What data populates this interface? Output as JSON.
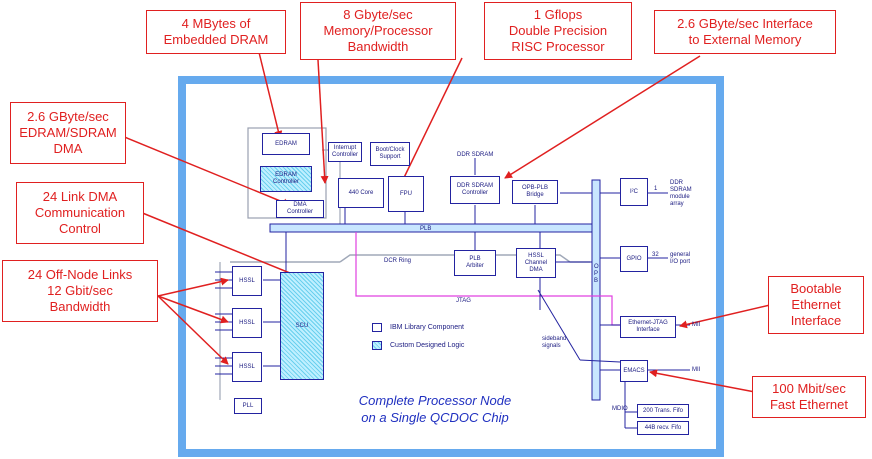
{
  "colors": {
    "frame": "#66aaee",
    "block_border": "#2323a0",
    "callout": "#e02020",
    "bus_fill": "#c8e6ff",
    "jtag_line": "#e040e0",
    "custom_logic": "#6ad0ee"
  },
  "callouts": {
    "edram": "4 MBytes of\nEmbedded DRAM",
    "bandwidth": "8 Gbyte/sec\nMemory/Processor\nBandwidth",
    "gflops": "1 Gflops\nDouble Precision\nRISC Processor",
    "ext_mem": "2.6 GByte/sec Interface\nto External Memory",
    "edram_dma": "2.6 GByte/sec\nEDRAM/SDRAM\nDMA",
    "link_dma": "24 Link DMA\nCommunication\nControl",
    "offnode": "24 Off-Node Links\n12 Gbit/sec\nBandwidth",
    "bootable": "Bootable\nEthernet\nInterface",
    "fast_eth": "100 Mbit/sec\nFast Ethernet"
  },
  "blocks": {
    "edram": "EDRAM",
    "edram_ctrl": "EDRAM\nController",
    "dma_ctrl": "DMA\nController",
    "int_ctrl": "Interrupt\nController",
    "boot_clock": "Boot/Clock\nSupport",
    "cpu": "440 Core",
    "fpu": "FPU",
    "ddr_ctrl": "DDR SDRAM\nController",
    "opb_plb": "OPB-PLB\nBridge",
    "i2c": "I²C",
    "plb_arbiter": "PLB\nArbiter",
    "hssl_dma": "HSSL\nChannel\nDMA",
    "gpio": "GPIO",
    "hssl_1": "HSSL",
    "hssl_2": "HSSL",
    "hssl_3": "HSSL",
    "scu": "SCU",
    "pll": "PLL",
    "eth_jtag": "Ethernet-JTAG\nInterface",
    "emacs": "EMACS",
    "phy_out": "200 Trans. Fifo",
    "phy_in": "44B recv. Fifo"
  },
  "labels": {
    "ddr_sdram": "DDR SDRAM",
    "plb": "PLB",
    "dcr_ring": "DCR Ring",
    "jtag": "JTAG",
    "opb": "O\nP\nB",
    "ddr_ext": "DDR\nSDRAM\nmodule\narray",
    "gpio_ext": "general\nI/O port",
    "sideband": "sideband\nsignals",
    "mii_1": "MII",
    "mii_2": "MII",
    "mdio": "MDIO",
    "i2c_num": "1",
    "gpio_num": "32"
  },
  "legend": {
    "ibm": "IBM Library Component",
    "custom": "Custom Designed Logic"
  },
  "caption": "Complete Processor Node\non a Single QCDOC Chip"
}
